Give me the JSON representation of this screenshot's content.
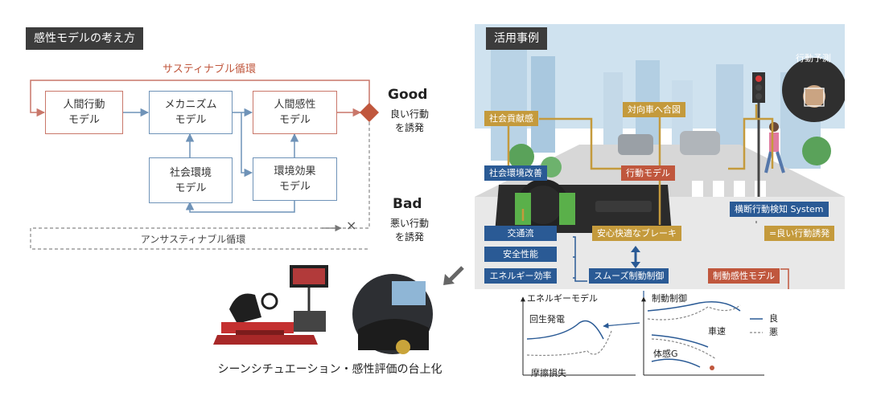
{
  "left": {
    "title": "感性モデルの考え方",
    "sustainable_label": "サスティナブル循環",
    "unsustainable_label": "アンサスティナブル循環",
    "boxes": {
      "human_behavior": "人間行動\nモデル",
      "mechanism": "メカニズム\nモデル",
      "human_kansei": "人間感性\nモデル",
      "social_env": "社会環境\nモデル",
      "env_effect": "環境効果\nモデル"
    },
    "good": {
      "title": "Good",
      "text": "良い行動\nを誘発"
    },
    "bad": {
      "title": "Bad",
      "text": "悪い行動\nを誘発"
    },
    "cross_mark": "×"
  },
  "caption": "シーンシチュエーション・感性評価の台上化",
  "right": {
    "title": "活用事例",
    "tags": {
      "behavior_prediction": "行動予測",
      "social_contribution": "社会貢献感",
      "oncoming_signal": "対向車へ合図",
      "social_env_improve": "社会環境改善",
      "behavior_model": "行動モデル",
      "crossing_detect": "横断行動検知 System",
      "good_behavior": "=良い行動誘発",
      "traffic_flow": "交通流",
      "safe_brake": "安心快適なブレーキ",
      "safety": "安全性能",
      "energy_eff": "エネルギー効率",
      "smooth_control": "スムーズ制動制御",
      "brake_kansei": "制動感性モデル"
    },
    "graph": {
      "energy_model": "エネルギーモデル",
      "regen": "回生発電",
      "friction": "摩擦損失",
      "braking": "制動制御",
      "speed": "車速",
      "body_g": "体感G",
      "legend_good": "良",
      "legend_bad": "悪"
    }
  },
  "colors": {
    "accent_red": "#c0573d",
    "model_blue": "#2a5a95",
    "gold": "#c49a3c"
  }
}
